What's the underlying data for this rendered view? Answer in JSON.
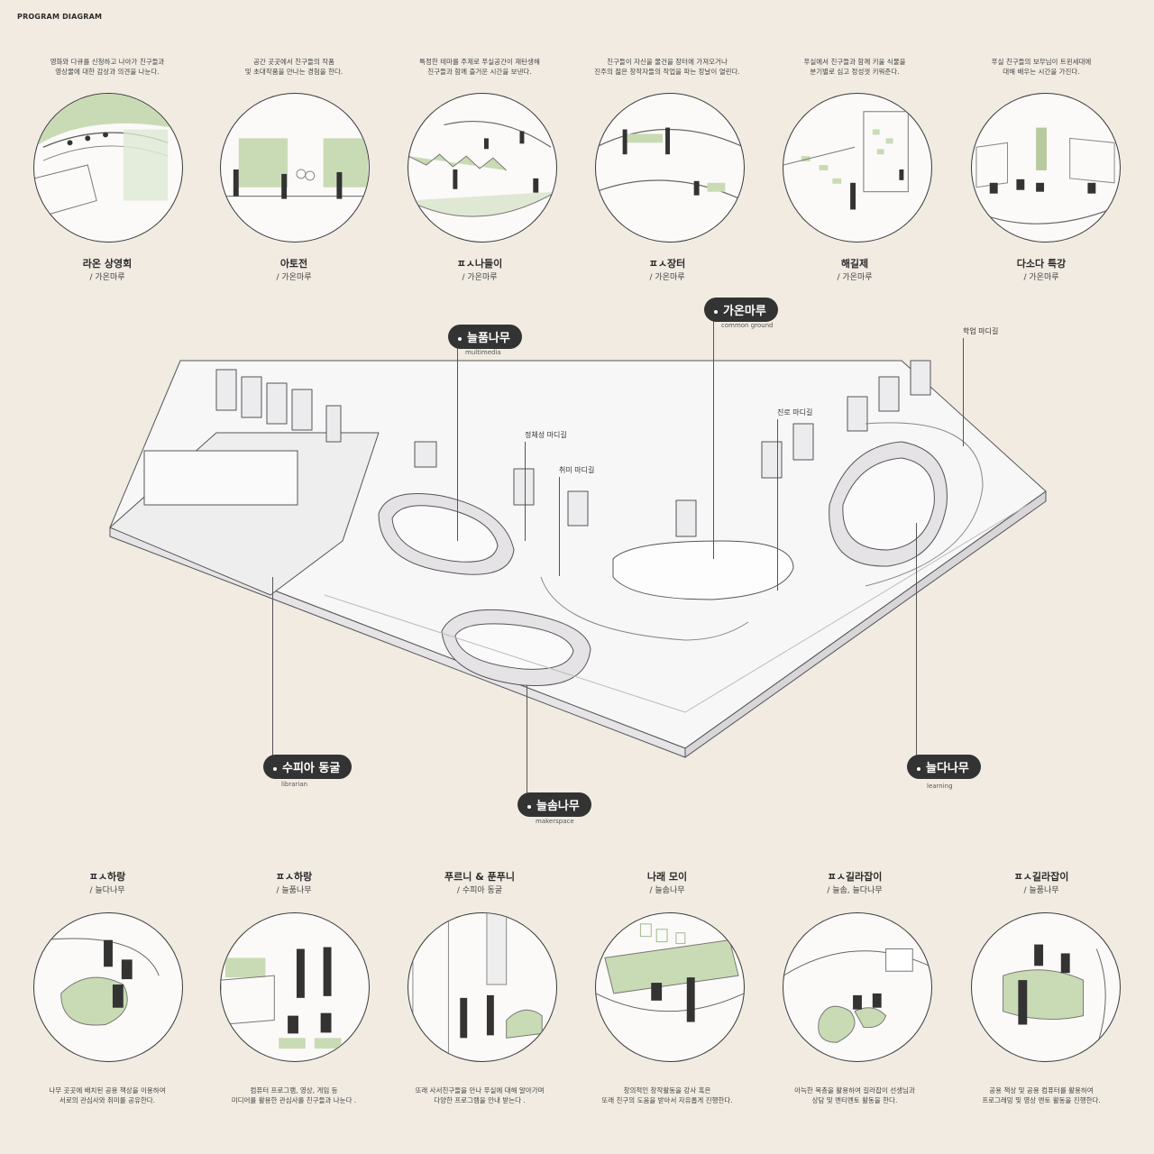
{
  "title": "PROGRAM DIAGRAM",
  "top_programs": [
    {
      "desc": "영화와 다큐를 신청하고 나아가 친구들과\n영상물에 대한 감상과 의견을 나눈다.",
      "name": "라온 상영회",
      "space": "/ 가온마루"
    },
    {
      "desc": "공간 곳곳에서 친구들의 작품\n및 초대작품을 만나는 경험을 한다.",
      "name": "아토전",
      "space": "/ 가온마루"
    },
    {
      "desc": "특정한 테마를 주제로 푸실공간이 재탄생해\n친구들과 함께 즐거운 시간을 보낸다.",
      "name": "ㅍㅅ나들이",
      "space": "/ 가온마루"
    },
    {
      "desc": "친구들이 자신을 물건을 장터에 가져오거나\n진주의 젊은 창작자들의 작업을 파는 장날이 열린다.",
      "name": "ㅍㅅ장터",
      "space": "/ 가온마루"
    },
    {
      "desc": "푸실에서 친구들과 함께 키울 식물을\n분기별로 심고 정성껏 키워준다.",
      "name": "해길제",
      "space": "/ 가온마루"
    },
    {
      "desc": "푸실 친구들의 보무님이 트윈세대에\n대해 배우는 시간을 가진다.",
      "name": "다소다 특강",
      "space": "/ 가온마루"
    }
  ],
  "bottom_programs": [
    {
      "name": "ㅍㅅ하랑",
      "space": "/ 늘다나무",
      "desc": "나무 곳곳에 배치된 공용 책상을 이용하여\n서로의 관심사와 취미를 공유한다."
    },
    {
      "name": "ㅍㅅ하랑",
      "space": "/ 늘품나무",
      "desc": "컴퓨터 프로그램, 영상, 게임 등\n미디어를 활용한 관심사를 친구들과 나눈다 ."
    },
    {
      "name": "푸르니 & 푼푸니",
      "space": "/ 수피아 동굴",
      "desc": "또래 사서친구들을 만나 푸실에 대해 알아가며\n다양한 프로그램을 안내 받는다 ."
    },
    {
      "name": "나래 모이",
      "space": "/ 늘솜나무",
      "desc": "창의적인 창작활동을 강사 혹은\n또래 친구의 도움을 받아서 자유롭게 진행한다."
    },
    {
      "name": "ㅍㅅ길라잡이",
      "space": "/ 늘솜, 늘다나무",
      "desc": "아늑한 복층을 활용하여 길라잡이 선생님과\n상담 및 멘티멘토 활동을 한다."
    },
    {
      "name": "ㅍㅅ길라잡이",
      "space": "/ 늘품나무",
      "desc": "공용 책상 및 공용 컴퓨터를 활용하여\n프로그래밍 및 영상 멘토 활동을 진행한다."
    }
  ],
  "spaces": {
    "neulpum": {
      "name": "늘품나무",
      "eng": "multimedia"
    },
    "gaon": {
      "name": "가온마루",
      "eng": "common ground"
    },
    "supia": {
      "name": "수피아 동굴",
      "eng": "librarian"
    },
    "neulsom": {
      "name": "늘솜나무",
      "eng": "makerspace"
    },
    "neulda": {
      "name": "늘다나무",
      "eng": "learning"
    }
  },
  "paths": {
    "identity": "정체성 마디길",
    "hobby": "취미 마디길",
    "career": "진로 마디길",
    "study": "학업 마디길"
  },
  "colors": {
    "background": "#f1ebe2",
    "accent_green": "#c9dbb4",
    "pill": "#333333"
  }
}
